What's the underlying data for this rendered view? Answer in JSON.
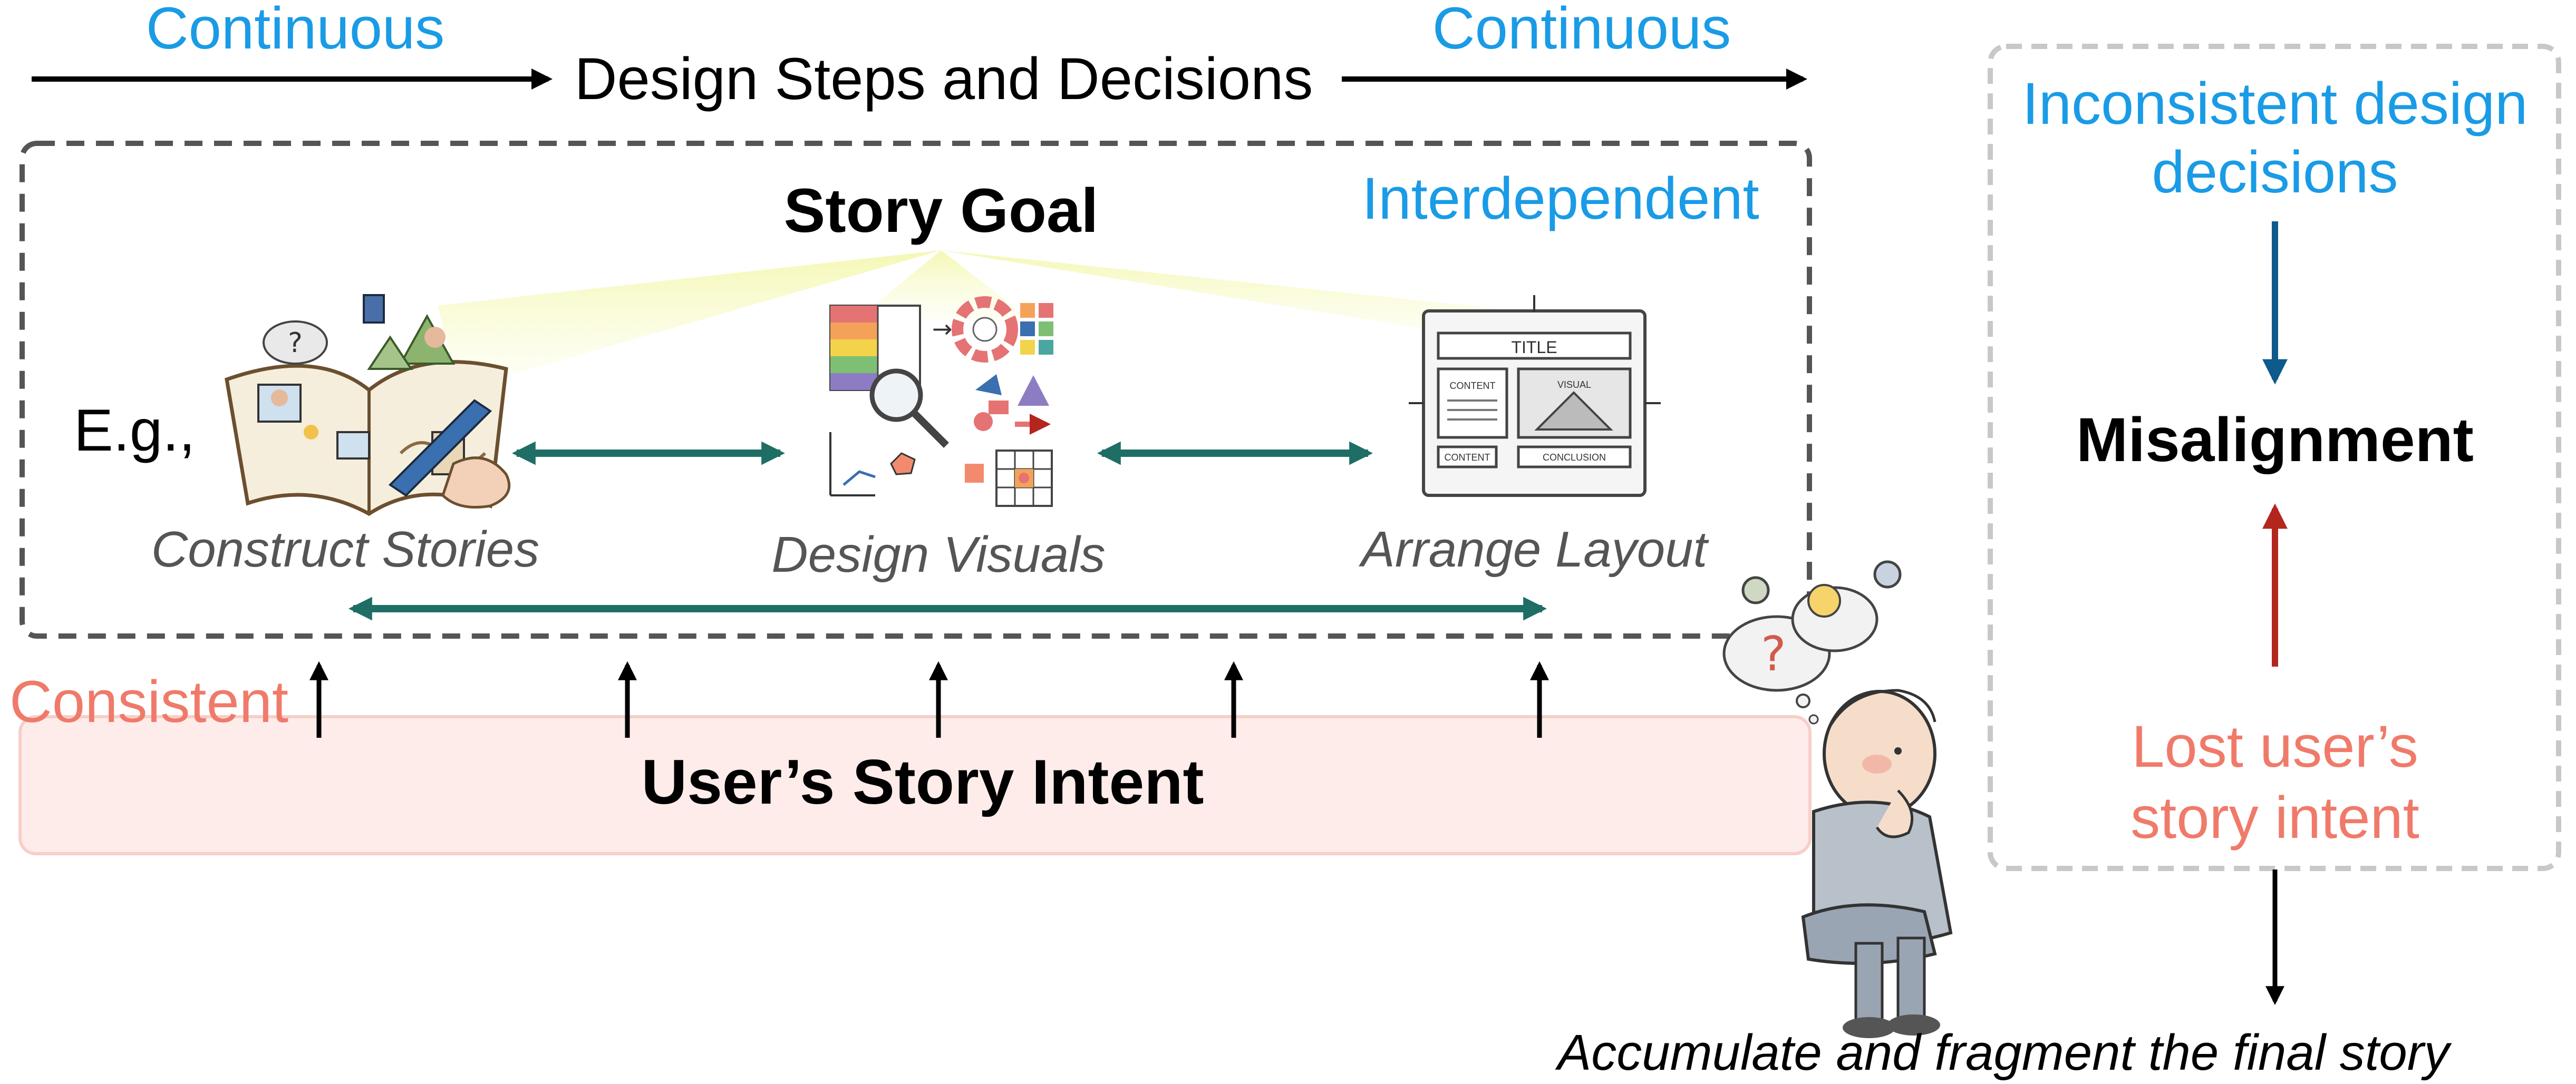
{
  "top_flow": {
    "left_tag": "Continuous",
    "right_tag": "Continuous",
    "title": "Design Steps and Decisions"
  },
  "main_box": {
    "goal": "Story Goal",
    "tag": "Interdependent",
    "eg": "E.g.,",
    "steps": [
      "Construct Stories",
      "Design Visuals",
      "Arrange Layout"
    ],
    "layout_title": "TITLE",
    "layout_content_1": "CONTENT",
    "layout_visual": "VISUAL",
    "layout_content_2": "CONTENT",
    "layout_conclusion": "CONCLUSION"
  },
  "intent_band": {
    "tag": "Consistent",
    "label": "User’s Story Intent"
  },
  "side_panel": {
    "top_label_line1": "Inconsistent design",
    "top_label_line2": "decisions",
    "center_label": "Misalignment",
    "bottom_label_line1": "Lost user’s",
    "bottom_label_line2": "story intent"
  },
  "footer": "Accumulate and fragment the final story",
  "colors": {
    "accent_blue": "#1a9be6",
    "coral": "#f07a6a",
    "teal": "#1f6e66",
    "dark_blue": "#0e5a8a",
    "dark_red": "#b3261e",
    "band_fill": "#fdecea",
    "band_stroke": "#f6cfc9"
  },
  "icons": [
    "open-book-icon",
    "visual-elements-icon",
    "layout-wireframe-icon",
    "confused-person-icon",
    "gear-icon",
    "lightbulb-icon",
    "question-mark-icon"
  ]
}
